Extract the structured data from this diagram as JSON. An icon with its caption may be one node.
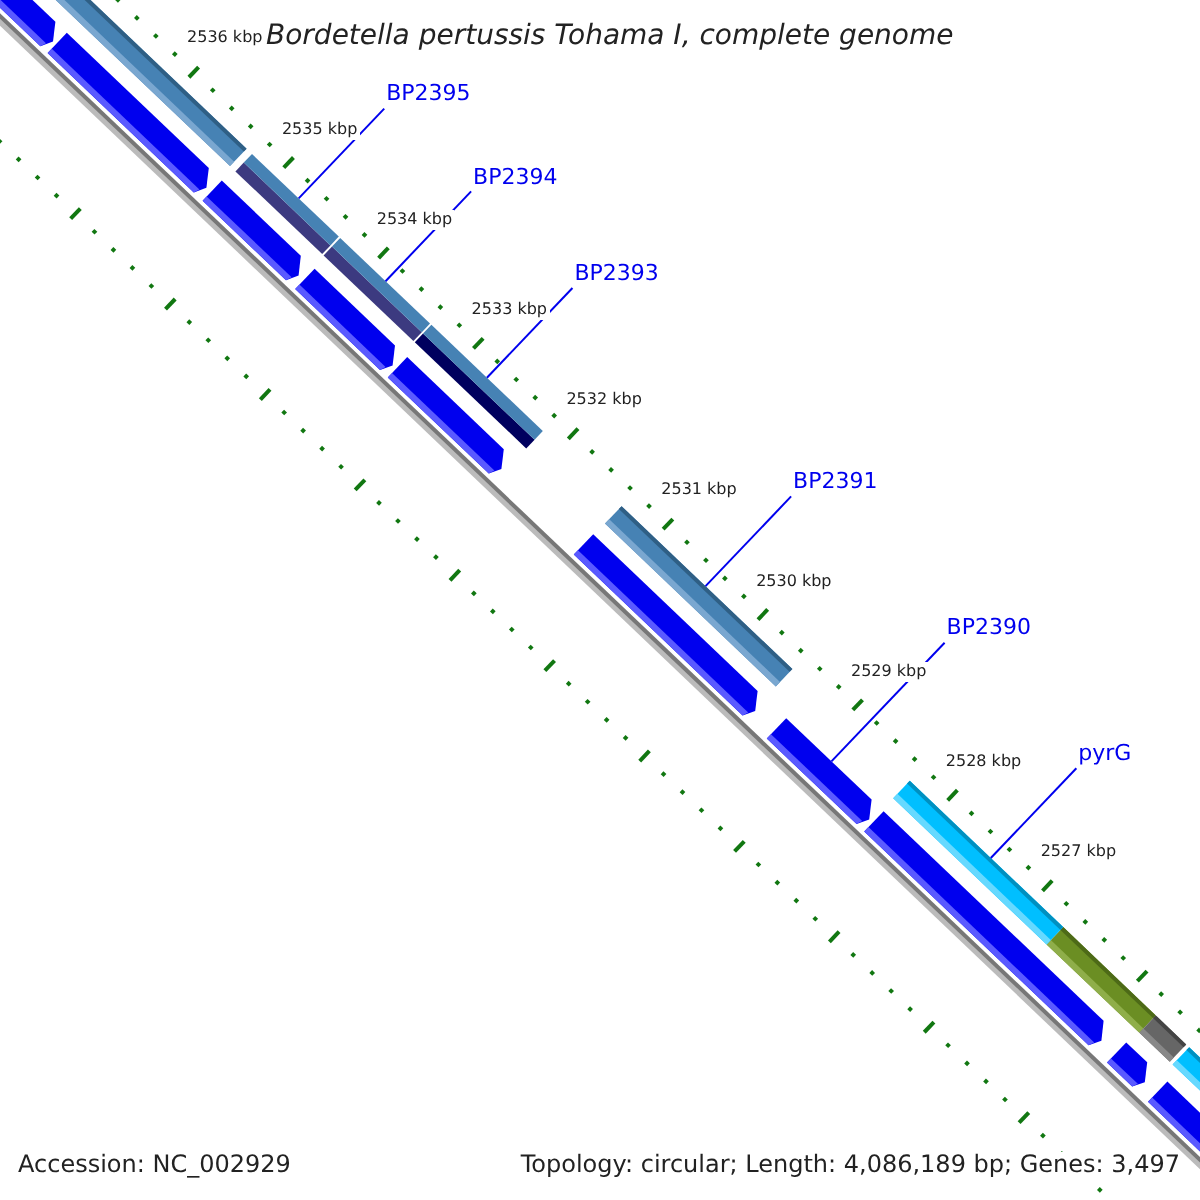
{
  "diagram": {
    "title": "Bordetella pertussis Tohama I, complete genome",
    "nodes": [
      {
        "text": [
          "BP2395"
        ]
      },
      {
        "text": [
          "BP2394"
        ]
      },
      {
        "text": [
          "BP2393"
        ]
      },
      {
        "text": [
          "BP2391"
        ]
      },
      {
        "text": [
          "BP2390"
        ]
      },
      {
        "text": [
          "pyrG"
        ]
      },
      {
        "text": [],
        "shape": "bar"
      },
      {
        "text": [],
        "shape": "bar"
      },
      {
        "text": [],
        "shape": "bar"
      },
      {
        "text": [],
        "shape": "bar"
      },
      {
        "text": [],
        "shape": "bar"
      },
      {
        "text": [],
        "shape": "bar"
      }
    ],
    "edges": [
      {
        "from": 0,
        "to": 6,
        "arrow": "none"
      },
      {
        "from": 1,
        "to": 7,
        "arrow": "none"
      },
      {
        "from": 2,
        "to": 8,
        "arrow": "none"
      },
      {
        "from": 3,
        "to": 9,
        "arrow": "none"
      },
      {
        "from": 4,
        "to": 10,
        "arrow": "none"
      },
      {
        "from": 5,
        "to": 11,
        "arrow": "none"
      }
    ],
    "labels": [
      "2536 kbp",
      "2535 kbp",
      "2534 kbp",
      "2533 kbp",
      "2532 kbp",
      "2531 kbp",
      "2530 kbp",
      "2529 kbp",
      "2528 kbp",
      "2527 kbp",
      "Accession: NC_002929",
      "Topology: circular; Length: 4,086,189 bp; Genes: 3,497"
    ]
  }
}
